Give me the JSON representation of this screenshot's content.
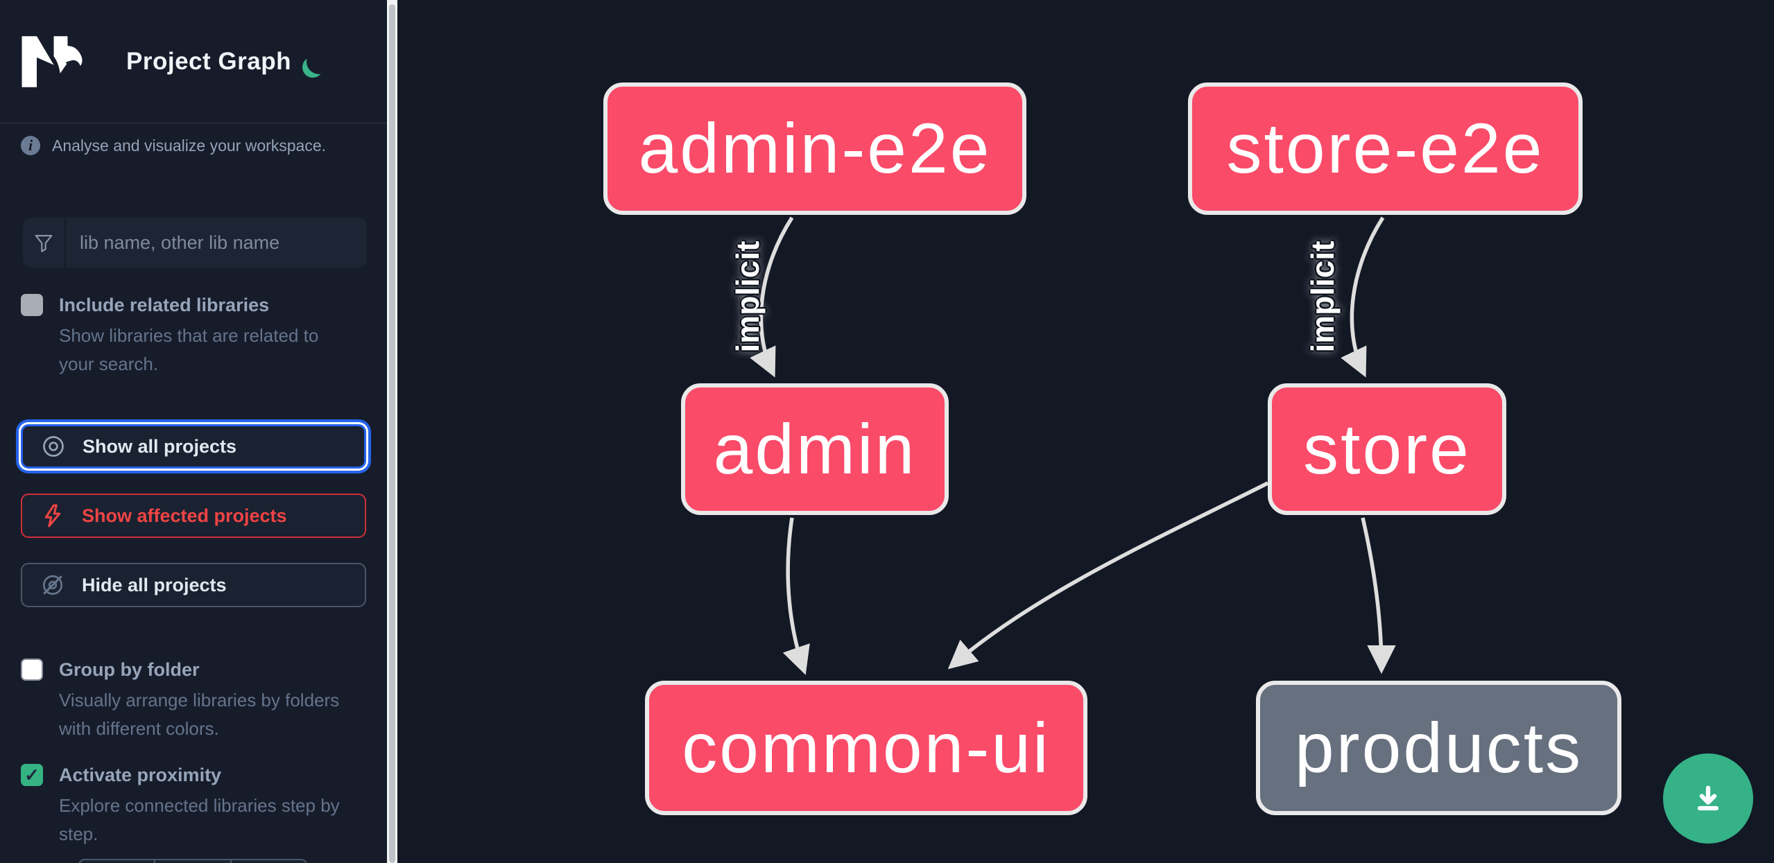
{
  "header": {
    "logo": "Nx",
    "app_title": "Project Graph",
    "theme_toggle_icon": "moon"
  },
  "sidebar": {
    "subtitle": "Analyse and visualize your workspace.",
    "filter": {
      "icon": "funnel",
      "placeholder": "lib name, other lib name",
      "value": ""
    },
    "toggles": [
      {
        "label": "Include related libraries",
        "description": "Show libraries that are related to your search.",
        "checked": false
      },
      {
        "label": "Group by folder",
        "description": "Visually arrange libraries by folders with different colors.",
        "checked": false
      },
      {
        "label": "Activate proximity",
        "description": "Explore connected libraries step by step.",
        "checked": true
      }
    ],
    "buttons": [
      {
        "label": "Show all projects",
        "icon": "eye",
        "state": "focused"
      },
      {
        "label": "Show affected projects",
        "icon": "lightning-bolt",
        "state": "affected"
      },
      {
        "label": "Hide all projects",
        "icon": "eye-off",
        "state": "default"
      }
    ]
  },
  "graph": {
    "nodes": [
      {
        "label": "admin-e2e",
        "color": "pink"
      },
      {
        "label": "store-e2e",
        "color": "pink"
      },
      {
        "label": "admin",
        "color": "pink"
      },
      {
        "label": "store",
        "color": "pink"
      },
      {
        "label": "common-ui",
        "color": "pink"
      },
      {
        "label": "products",
        "color": "grey"
      }
    ],
    "edges": [
      {
        "from": "admin-e2e",
        "to": "admin",
        "label": "implicit"
      },
      {
        "from": "store-e2e",
        "to": "store",
        "label": "implicit"
      },
      {
        "from": "admin",
        "to": "common-ui",
        "label": ""
      },
      {
        "from": "store",
        "to": "common-ui",
        "label": ""
      },
      {
        "from": "store",
        "to": "products",
        "label": ""
      }
    ]
  },
  "fab": {
    "icon": "download"
  },
  "colors": {
    "accent_blue": "#2563eb",
    "affected_red": "#ef4444",
    "node_pink": "#fa4b69",
    "node_grey": "#66707f",
    "edge_grey": "#dedede",
    "fab_green": "#35b287",
    "check_green": "#35b383"
  }
}
